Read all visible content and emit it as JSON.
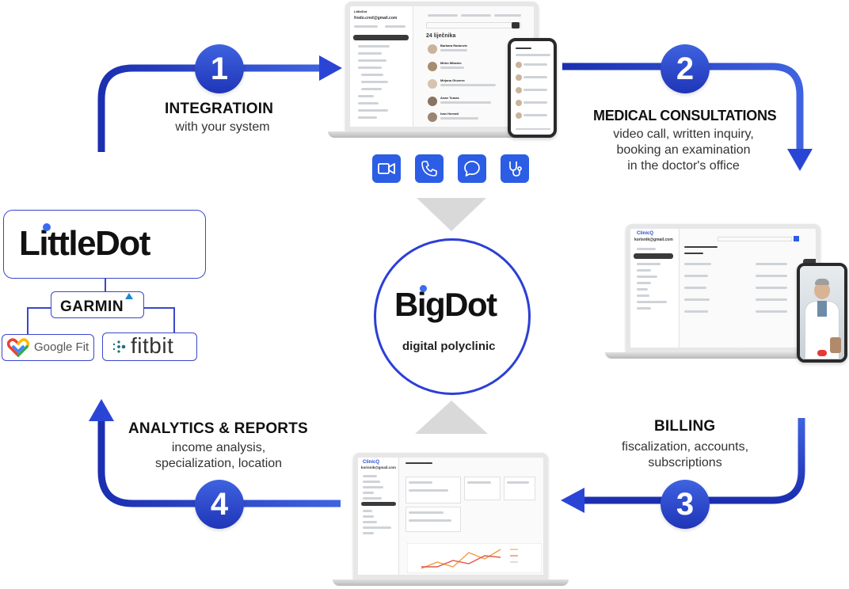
{
  "steps": [
    {
      "number": "1",
      "title": "INTEGRATIOIN",
      "desc": [
        "with your system"
      ]
    },
    {
      "number": "2",
      "title": "MEDICAL CONSULTATIONS",
      "desc": [
        "video call, written inquiry,",
        "booking an examination",
        "in the doctor's office"
      ]
    },
    {
      "number": "3",
      "title": "BILLING",
      "desc": [
        "fiscalization, accounts,",
        "subscriptions"
      ]
    },
    {
      "number": "4",
      "title": "ANALYTICS & REPORTS",
      "desc": [
        "income analysis,",
        "specialization, location"
      ]
    }
  ],
  "center": {
    "brand": "BigDot",
    "subtitle": "digital polyclinic"
  },
  "partners": {
    "main": "LittleDot",
    "garmin": "GARMIN",
    "googlefit": "Google Fit",
    "fitbit": "fitbit"
  },
  "services": [
    "video-camera-icon",
    "phone-icon",
    "chat-bubble-icon",
    "stethoscope-icon"
  ],
  "screens": {
    "top": {
      "email": "frodo.cred@gmail.com",
      "heading": "24 liječnika",
      "doctors": [
        "Barbara Radonvic",
        "Mirko Milanko",
        "Mirjana Gluvnec",
        "Anan Tomas",
        "Ivan Horvati"
      ]
    },
    "billing": {
      "email": "korisnik@gmail.com",
      "brand": "ClinicQ"
    },
    "analytics": {
      "email": "korisnik@gmail.com",
      "brand": "ClinicQ"
    }
  },
  "colors": {
    "accent": "#2c3fd6",
    "number_bg": "#2a45d6",
    "service_bg": "#2c5de5"
  }
}
